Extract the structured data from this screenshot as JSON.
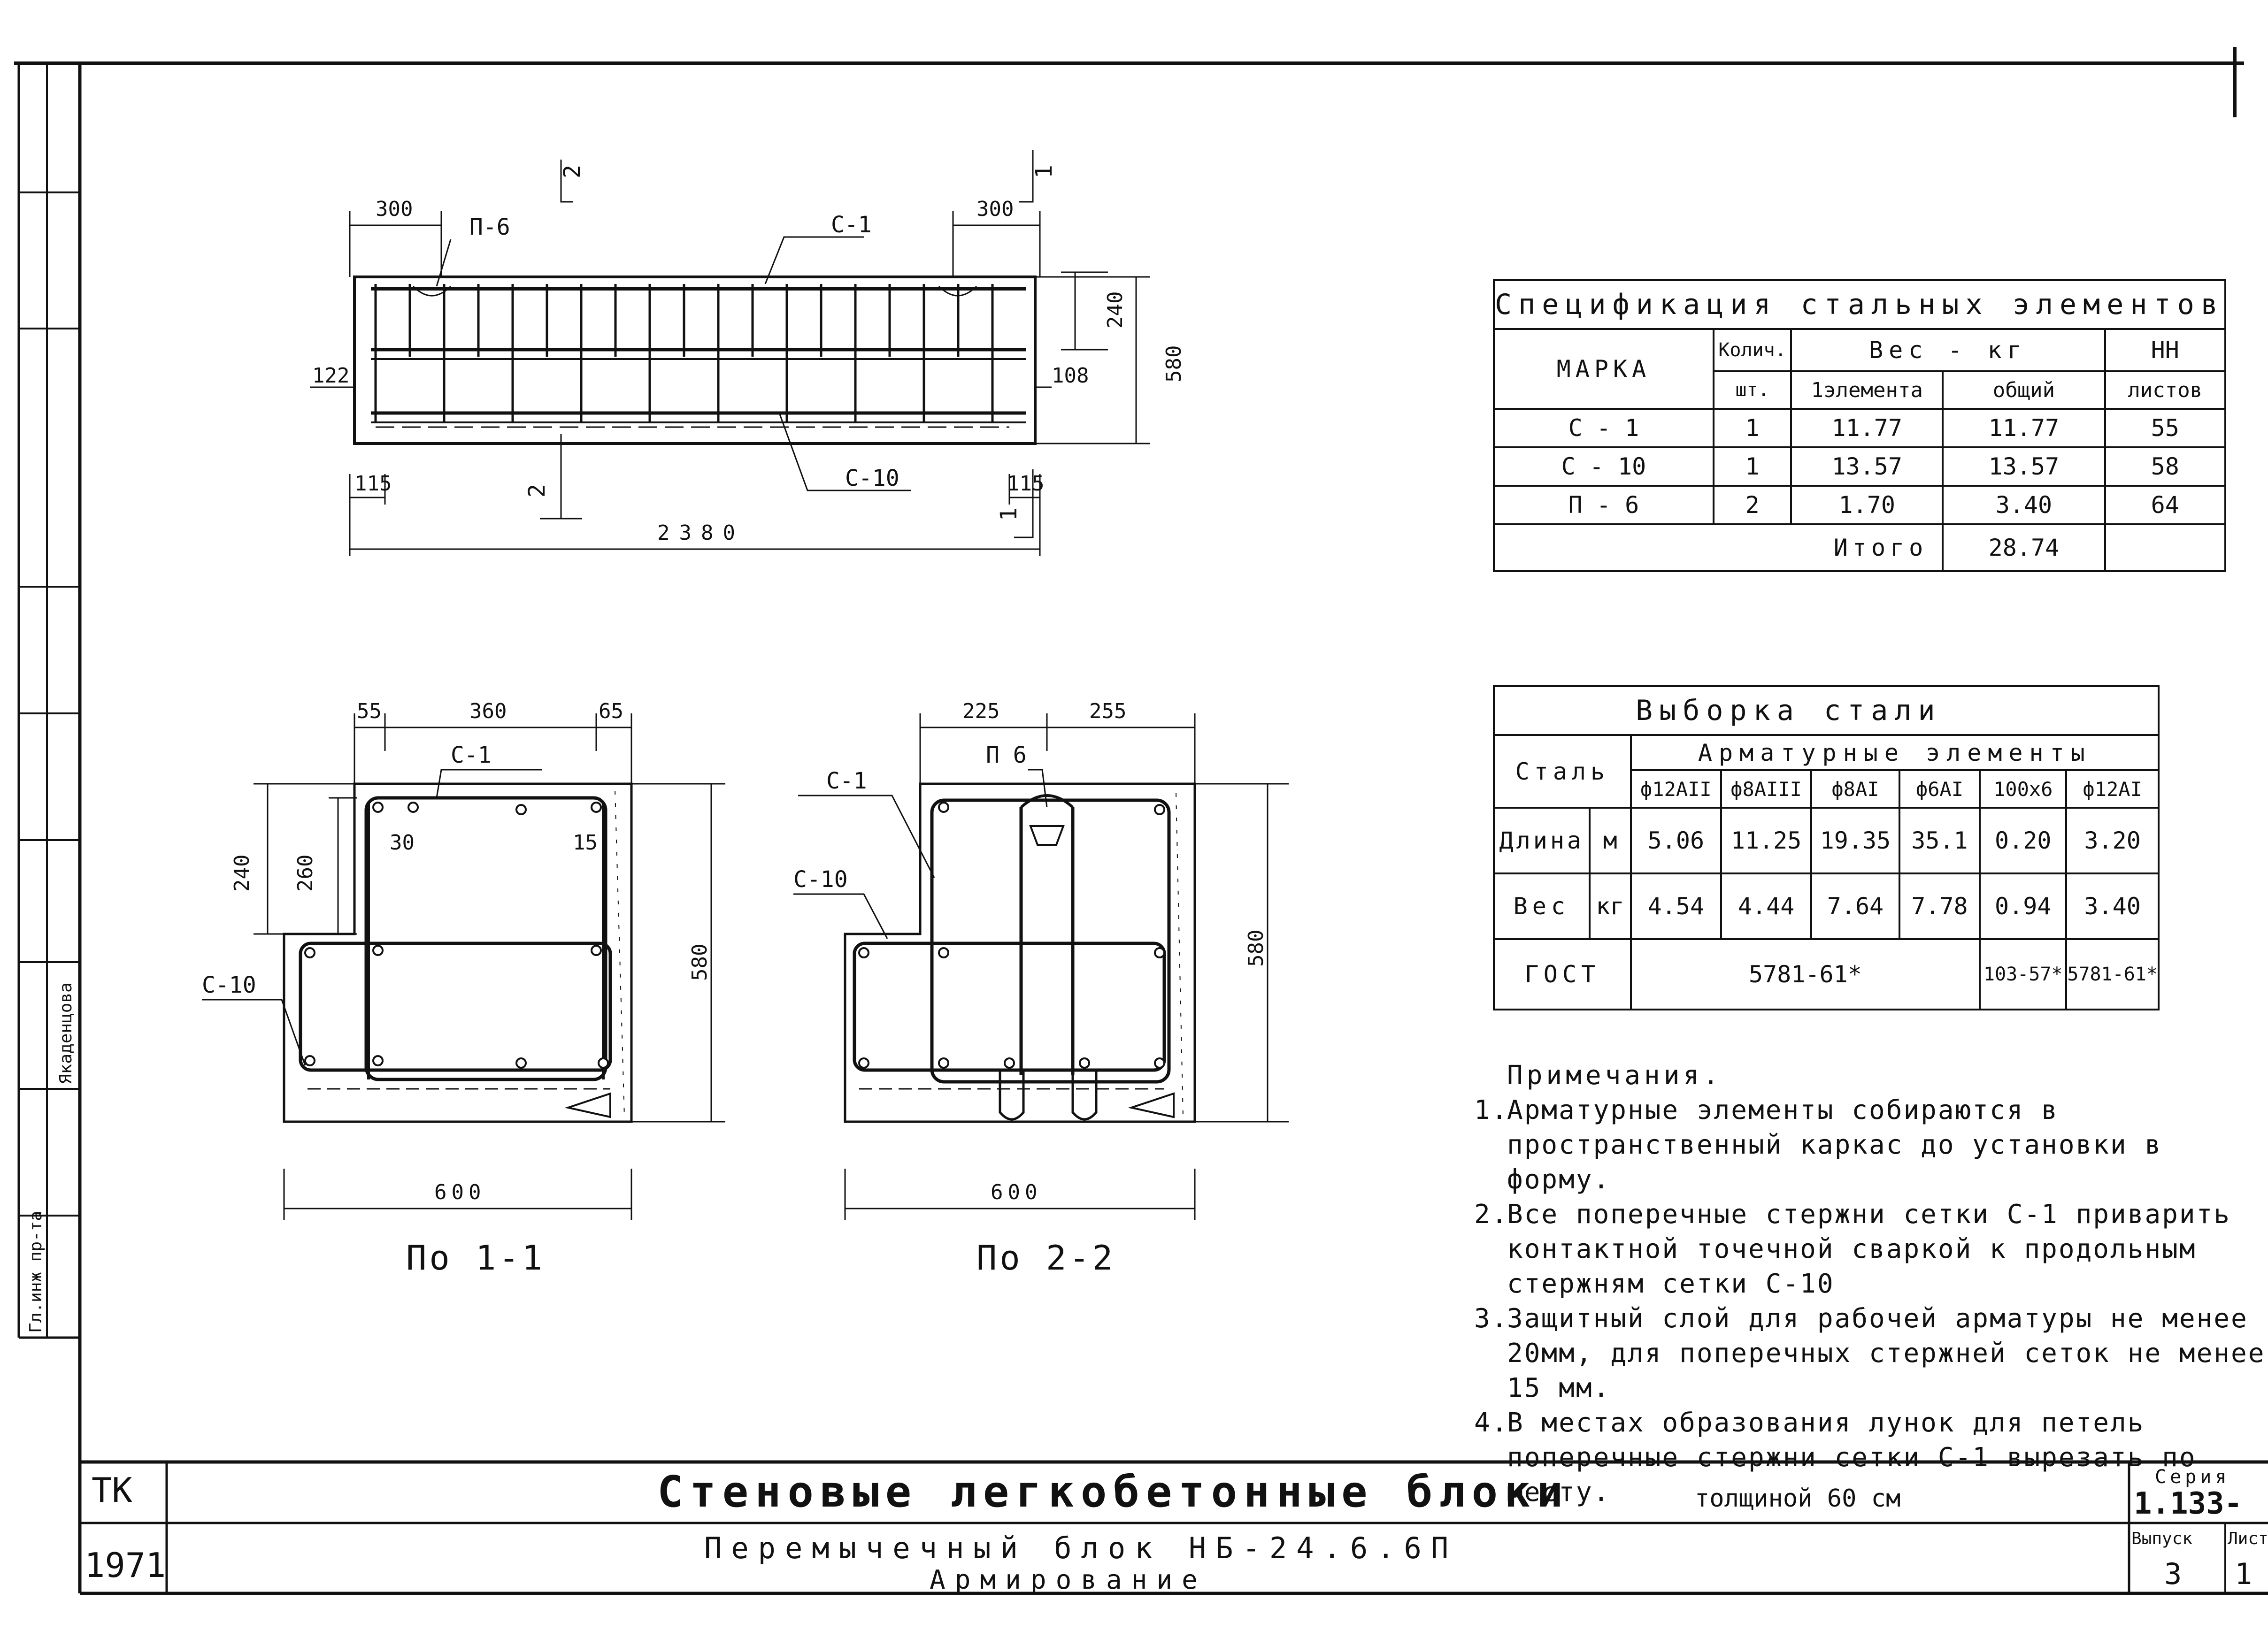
{
  "plan": {
    "dims": {
      "d300_left": "300",
      "d300_right": "300",
      "d240": "240",
      "d580": "580",
      "d122": "122",
      "d108": "108",
      "d115_left": "115",
      "d115_right": "115",
      "d2380": "2380"
    },
    "labels": {
      "p6": "П-6",
      "c1": "С-1",
      "c10": "С-10",
      "sec1_top": "1",
      "sec2_top": "2",
      "sec1_bot": "1",
      "sec2_bot": "2"
    }
  },
  "section1": {
    "title": "По 1-1",
    "dims": {
      "d55": "55",
      "d360": "360",
      "d65": "65",
      "d240": "240",
      "d260": "260",
      "d30": "30",
      "d15": "15",
      "d580": "580",
      "d600": "600"
    },
    "labels": {
      "c1": "С-1",
      "c10": "С-10"
    }
  },
  "section2": {
    "title": "По 2-2",
    "dims": {
      "d225": "225",
      "d255": "255",
      "d580": "580",
      "d600": "600"
    },
    "labels": {
      "p6": "П 6",
      "c1": "С-1",
      "c10": "С-10"
    }
  },
  "spec": {
    "title": "Спецификация стальных элементов",
    "h_mark": "МАРКА",
    "h_qty": "Колич.",
    "h_unit": "шт.",
    "h_weight": "Вес - кг",
    "h_one": "1элемента",
    "h_total": "общий",
    "h_sheet1": "НН",
    "h_sheet2": "листов",
    "rows": [
      {
        "mark": "С - 1",
        "qty": "1",
        "one": "11.77",
        "total": "11.77",
        "sheet": "55"
      },
      {
        "mark": "С - 10",
        "qty": "1",
        "one": "13.57",
        "total": "13.57",
        "sheet": "58"
      },
      {
        "mark": "П - 6",
        "qty": "2",
        "one": "1.70",
        "total": "3.40",
        "sheet": "64"
      }
    ],
    "sum_label": "Итого",
    "sum_value": "28.74"
  },
  "steel": {
    "title": "Выборка стали",
    "h_steel": "Сталь",
    "h_elements": "Арматурные элементы",
    "cols": [
      "ф12АII",
      "ф8АIII",
      "ф8АI",
      "ф6АI",
      "100х6",
      "ф12АI"
    ],
    "length_label": "Длина",
    "length_unit": "м",
    "length": [
      "5.06",
      "11.25",
      "19.35",
      "35.1",
      "0.20",
      "3.20"
    ],
    "weight_label": "Вес",
    "weight_unit": "кг",
    "weight": [
      "4.54",
      "4.44",
      "7.64",
      "7.78",
      "0.94",
      "3.40"
    ],
    "gost_label": "ГОСТ",
    "gost_main": "5781-61*",
    "gost_a": "103-57*",
    "gost_b": "5781-61*"
  },
  "notes": {
    "title": "Примечания.",
    "items": [
      {
        "num": "1.",
        "text": "Арматурные элементы собираются в пространственный каркас до установки в форму."
      },
      {
        "num": "2.",
        "text": "Все поперечные стержни сетки С-1 приварить контактной точечной сваркой к продольным стержням сетки С-10"
      },
      {
        "num": "3.",
        "text": "Защитный слой для рабочей арматуры не менее 20мм, для поперечных стержней сеток не менее 15 мм."
      },
      {
        "num": "4.",
        "text": "В местах образования лунок для петель поперечные стержни сетки С-1 вырезать по месту."
      }
    ]
  },
  "stamp": {
    "tk": "ТК",
    "year": "1971",
    "title_main": "Стеновые легкобетонные блоки",
    "title_sub": "толщиной 60 см",
    "subtitle1": "Перемычечный блок НБ-24.6.6П",
    "subtitle2": "Армирование",
    "series_label": "Серия",
    "series_value": "1.133-",
    "issue_label": "Выпуск",
    "issue_value": "3",
    "sheet_label": "Лист",
    "sheet_value": "1"
  },
  "sidebar": {
    "role1": "Гл.инж пр-та",
    "name1": "Якаденцова"
  }
}
